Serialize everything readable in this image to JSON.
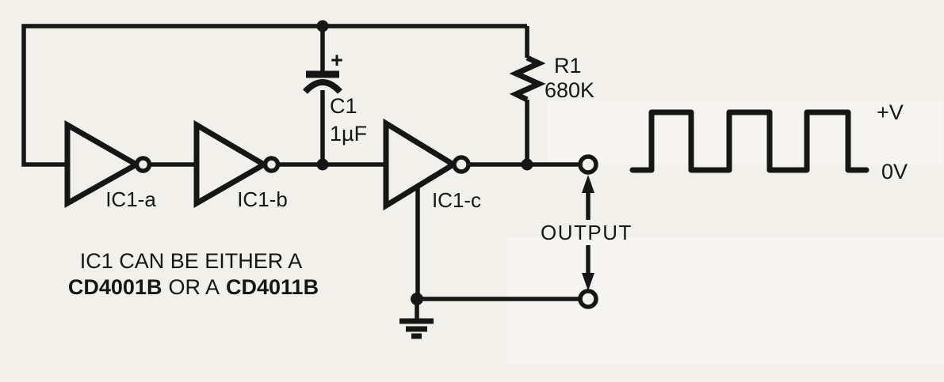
{
  "colors": {
    "ink": "#161616",
    "paper": "#f2f0ea"
  },
  "gates": [
    {
      "label": "IC1-a"
    },
    {
      "label": "IC1-b"
    },
    {
      "label": "IC1-c"
    }
  ],
  "capacitor": {
    "ref": "C1",
    "value": "1µF",
    "polarity": "+"
  },
  "resistor": {
    "ref": "R1",
    "value": "680K"
  },
  "output": {
    "label": "OUTPUT"
  },
  "waveform": {
    "type": "square",
    "cycles": 3,
    "high_label": "+V",
    "low_label": "0V"
  },
  "note": {
    "line1": "IC1 CAN BE EITHER A",
    "part1": "CD4001B",
    "conj": "OR A",
    "part2": "CD4011B"
  }
}
